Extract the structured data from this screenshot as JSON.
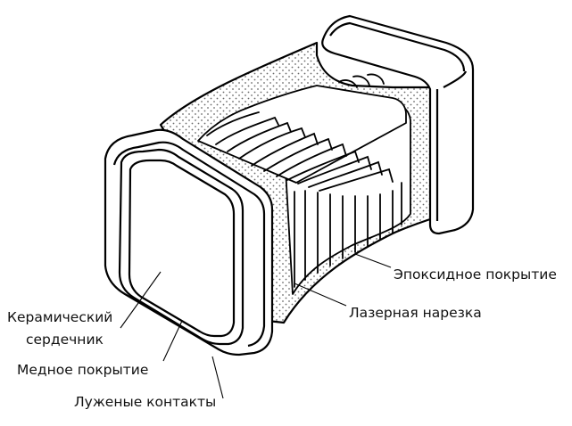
{
  "labels": {
    "ceramic_core_line1": "Керамический",
    "ceramic_core_line2": "сердечник",
    "copper_coating": "Медное покрытие",
    "tinned_contacts": "Луженые контакты",
    "epoxy_coating": "Эпоксидное покрытие",
    "laser_cut": "Лазерная нарезка"
  },
  "colors": {
    "stroke": "#000000",
    "background": "#ffffff",
    "dots": "#6b6b6b"
  }
}
